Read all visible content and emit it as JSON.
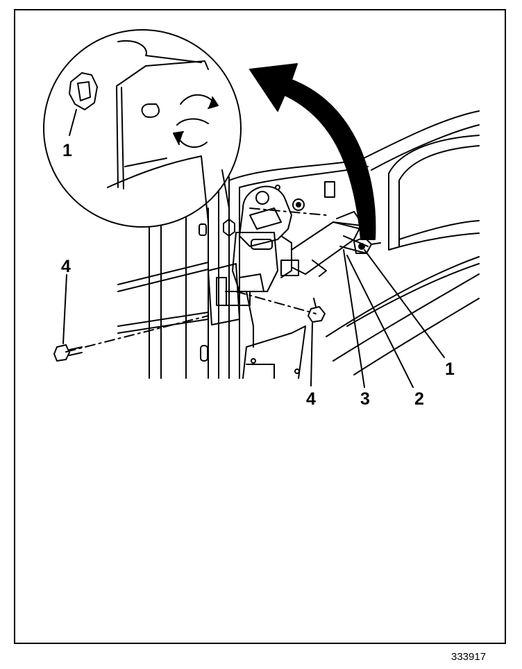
{
  "callouts": {
    "inset_1": "1",
    "left_4": "4",
    "bottom_4": "4",
    "bottom_3": "3",
    "bottom_2": "2",
    "bottom_1": "1"
  },
  "figure_number": "333917",
  "colors": {
    "ink": "#000000",
    "paper": "#ffffff"
  }
}
